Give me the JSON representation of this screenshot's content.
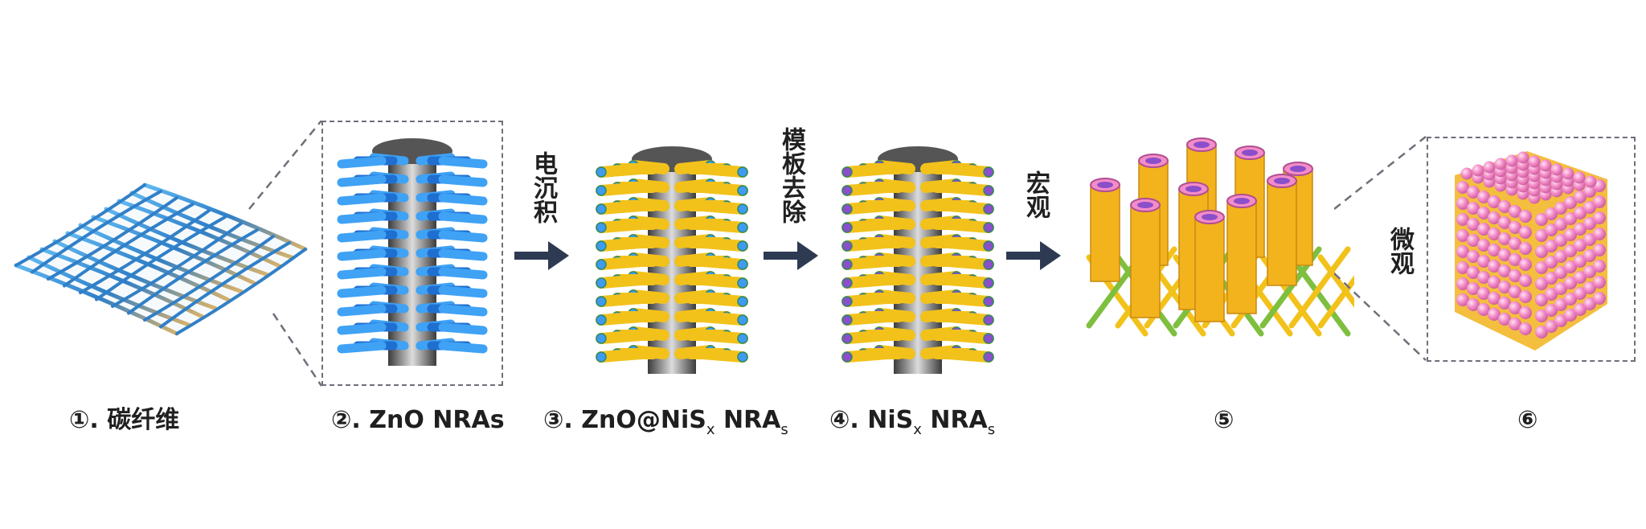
{
  "labels": {
    "carbon_fiber": "①. 碳纤维",
    "zno": "②. ZnO NRAs",
    "zno_nis_prefix": "③. ZnO@NiS",
    "zno_nis_sub1": "x",
    "zno_nis_mid": " NRA",
    "zno_nis_sub2": "s",
    "nis_prefix": "④. NiS",
    "nis_sub1": "x",
    "nis_mid": " NRA",
    "nis_sub2": "s",
    "five": "⑤",
    "six": "⑥"
  },
  "steps": {
    "electrodeposition": "电沉积",
    "template_removal": "模板去除",
    "macro": "宏观",
    "micro": "微观"
  },
  "colors": {
    "arrow": "#2d3a52",
    "zno_blue": "#2f8fef",
    "yellow": "#f2c21b",
    "nis_purple": "#8a4fc9",
    "pink_sphere": "#f48cc8",
    "dashed_frame": "#6f6f7a",
    "core": "#4a4a4a"
  }
}
